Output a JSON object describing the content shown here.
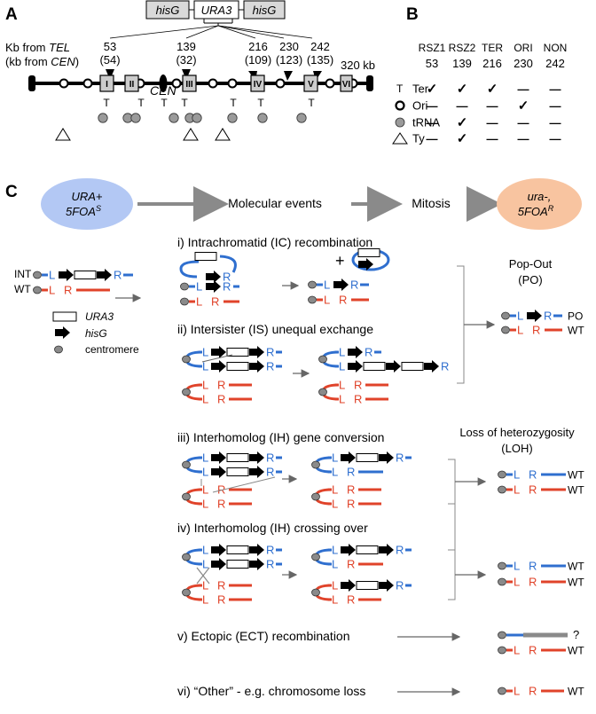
{
  "panelA": {
    "letter": "A",
    "construct": {
      "left": "hisG",
      "mid": "URA3",
      "right": "hisG"
    },
    "kb_label_1": "Kb from ",
    "kb_label_1_it": "TEL",
    "kb_label_2": "(kb from ",
    "kb_label_2_it": "CEN",
    "kb_label_2_end": ")",
    "positions": [
      {
        "tel": "53",
        "cen": "(54)"
      },
      {
        "tel": "139",
        "cen": "(32)"
      },
      {
        "tel": "216",
        "cen": "(109)"
      },
      {
        "tel": "230",
        "cen": "(123)"
      },
      {
        "tel": "242",
        "cen": "(135)"
      }
    ],
    "cen_label": "CEN",
    "end_label": "320 kb",
    "genes": [
      "I",
      "II",
      "III",
      "IV",
      "V",
      "VI"
    ],
    "ter_mark": "T"
  },
  "panelB": {
    "letter": "B",
    "columns": [
      {
        "name": "RSZ1",
        "kb": "53"
      },
      {
        "name": "RSZ2",
        "kb": "139"
      },
      {
        "name": "TER",
        "kb": "216"
      },
      {
        "name": "ORI",
        "kb": "230"
      },
      {
        "name": "NON",
        "kb": "242"
      }
    ],
    "rows": [
      {
        "symbol": "T",
        "label": "Ter",
        "cells": [
          "✓",
          "✓",
          "✓",
          "—",
          "—"
        ]
      },
      {
        "symbol": "ori",
        "label": "Ori",
        "cells": [
          "—",
          "—",
          "—",
          "✓",
          "—"
        ]
      },
      {
        "symbol": "trna",
        "label": "tRNA",
        "cells": [
          "—",
          "✓",
          "—",
          "—",
          "—"
        ]
      },
      {
        "symbol": "ty",
        "label": "Ty",
        "cells": [
          "—",
          "✓",
          "—",
          "—",
          "—"
        ]
      }
    ]
  },
  "panelC": {
    "letter": "C",
    "start_oval": {
      "line1": "URA+",
      "line2": "5FOA",
      "sup": "S"
    },
    "end_oval": {
      "line1": "ura-,",
      "line2": "5FOA",
      "sup": "R"
    },
    "molecular_events": "Molecular events",
    "mitosis": "Mitosis",
    "int_label": "INT",
    "wt_label": "WT",
    "legend": {
      "ura3": "URA3",
      "hisg": "hisG",
      "centromere": "centromere"
    },
    "L": "L",
    "R": "R",
    "po_header": "Pop-Out",
    "po_header2": "(PO)",
    "po_tag": "PO",
    "wt_tag": "WT",
    "plus": "+",
    "loh_header": "Loss of heterozygosity",
    "loh_header2": "(LOH)",
    "question": "?",
    "events": [
      "i) Intrachromatid (IC) recombination",
      "ii) Intersister (IS) unequal exchange",
      "iii) Interhomolog (IH) gene conversion",
      "iv) Interhomolog (IH) crossing over",
      "v) Ectopic (ECT) recombination",
      "vi) “Other” - e.g. chromosome loss"
    ]
  },
  "colors": {
    "blue": "#2f6fcf",
    "red": "#e0432a",
    "grey": "#8a8a8a",
    "oval_blue": "#b3c8f4",
    "oval_orange": "#f8c4a0"
  }
}
